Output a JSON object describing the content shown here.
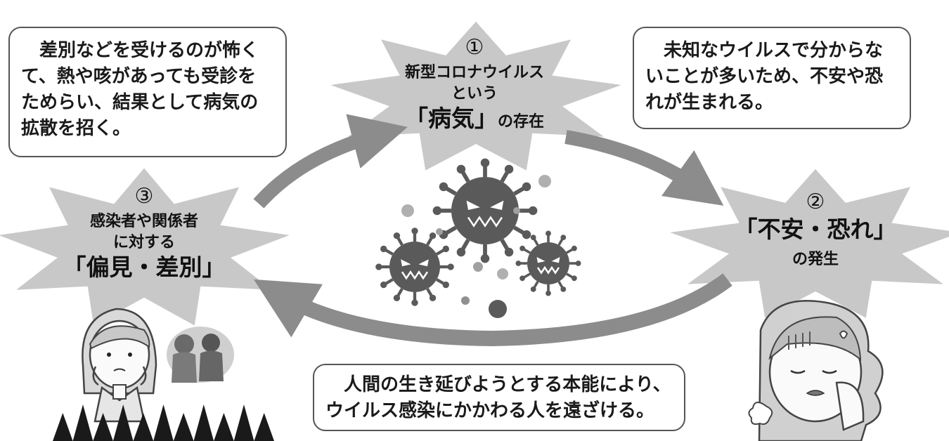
{
  "steps": [
    {
      "number": "①",
      "line1": "新型コロナウイルス",
      "line2": "という",
      "emphasis": "「病気」",
      "suffix": "の存在"
    },
    {
      "number": "②",
      "emphasis": "「不安・恐れ」",
      "suffix": "の発生"
    },
    {
      "number": "③",
      "line1": "感染者や関係者",
      "line2": "に対する",
      "emphasis": "「偏見・差別」"
    }
  ],
  "notes": {
    "top_left": "　差別などを受けるのが怖く\nて、熱や咳があっても受診を\nためらい、結果として病気の\n拡散を招く。",
    "top_right": "　未知なウイルスで分からな\nいことが多いため、不安や恐\nれが生まれる。",
    "bottom": "　人間の生き延びようとする本能により、\nウイルス感染にかかわる人を遠ざける。"
  },
  "colors": {
    "star": "#c8c8c8",
    "arrow": "#8c8c8c",
    "virus": "#5a5a5a",
    "border": "#555555"
  }
}
